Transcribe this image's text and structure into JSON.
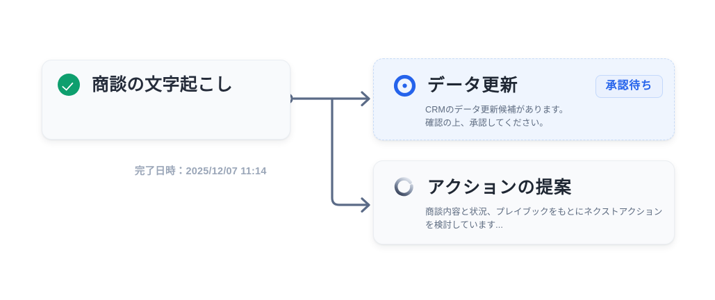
{
  "theme": {
    "background": "#ffffff",
    "connector_color": "#5B6B87",
    "success_color": "#0E9F6E",
    "accent_color": "#2563EB",
    "card_neutral_bg": "#F8FAFC",
    "card_accent_bg": "#EFF5FE",
    "title_color": "#252C3A",
    "muted_text_color": "#5D6B80",
    "meta_text_color": "#9AA6B8"
  },
  "flow": {
    "source": {
      "status_icon": "check-circle-icon",
      "title": "商談の文字起こし",
      "meta": "完了日時：2025/12/07 11:14"
    },
    "branches": [
      {
        "id": "data-update",
        "status_icon": "target-icon",
        "title": "データ更新",
        "description": "CRMのデータ更新候補があります。\n確認の上、承認してください。",
        "badge": {
          "label": "承認待ち",
          "color": "#2563EB"
        }
      },
      {
        "id": "action-proposal",
        "status_icon": "spinner-icon",
        "title": "アクションの提案",
        "description": "商談内容と状況、プレイブックをもとにネクストアクション\nを検討しています..."
      }
    ],
    "connector": {
      "node_icon": "connector-node-icon",
      "arrow_icon": "arrow-right-icon",
      "branch_count": 2
    }
  }
}
